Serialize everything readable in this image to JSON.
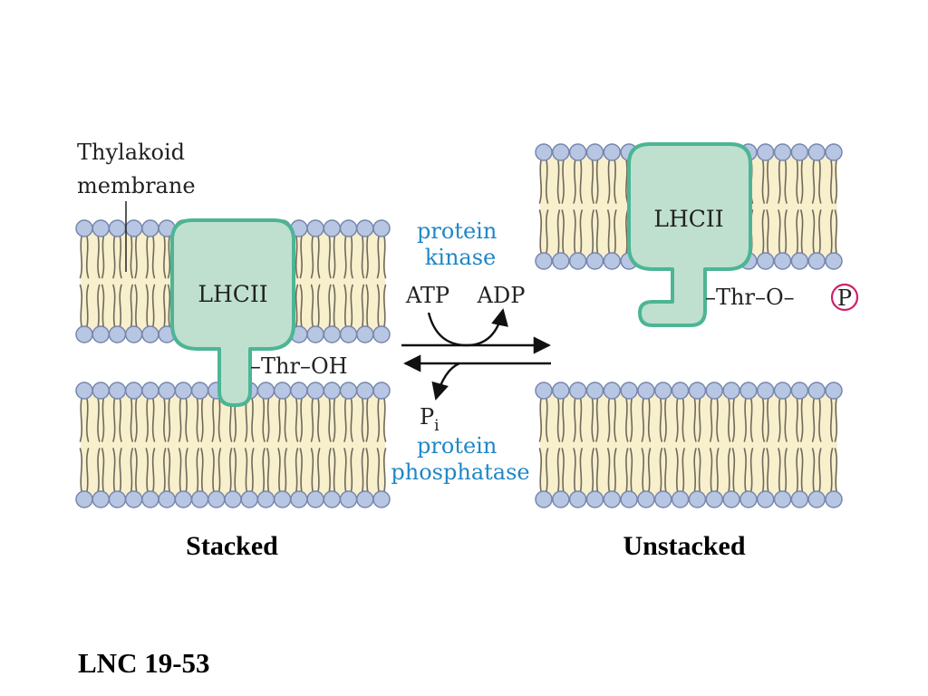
{
  "labels": {
    "membrane": [
      "Thylakoid",
      "membrane"
    ],
    "protein_left": "LHCII",
    "protein_right": "LHCII",
    "thr_oh": "–Thr–OH",
    "thr_o": "–Thr–O–",
    "phosphate": "P",
    "enzyme_kinase": [
      "protein",
      "kinase"
    ],
    "atp": "ATP",
    "adp": "ADP",
    "pi_main": "P",
    "pi_sub": "i",
    "enzyme_phosphatase": [
      "protein",
      "phosphatase"
    ],
    "caption_left": "Stacked",
    "caption_right": "Unstacked",
    "footer": "LNC 19-53"
  },
  "colors": {
    "protein_fill": "#bfe0cf",
    "protein_stroke": "#4db594",
    "head_fill": "#b7c6e2",
    "membrane_core": "#f8efcc",
    "enzyme_text": "#1f87c7",
    "phosphate_circle": "#d1206a"
  }
}
